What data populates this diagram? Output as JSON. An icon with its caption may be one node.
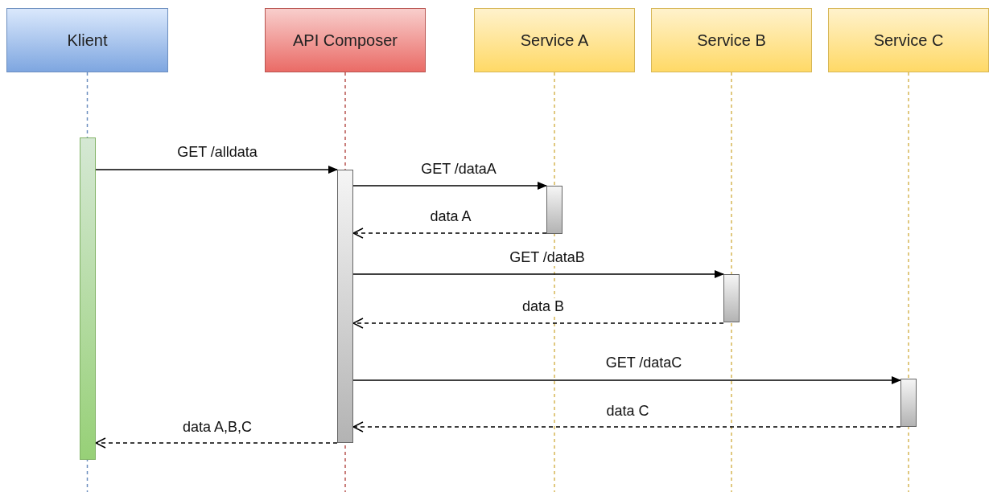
{
  "diagram": {
    "nodes": [
      {
        "text": [
          "Klient"
        ]
      },
      {
        "text": [
          "API Composer"
        ]
      },
      {
        "text": [
          "Service A"
        ]
      },
      {
        "text": [
          "Service B"
        ]
      },
      {
        "text": [
          "Service C"
        ]
      },
      {
        "text": [],
        "shape": "bar"
      },
      {
        "text": [],
        "shape": "bar"
      },
      {
        "text": [],
        "shape": "bar"
      },
      {
        "text": [],
        "shape": "bar"
      },
      {
        "text": [],
        "shape": "bar"
      }
    ],
    "edges": [
      {
        "from": 5,
        "to": 6,
        "arrow": "to",
        "label": "GET /alldata"
      },
      {
        "from": 6,
        "to": 7,
        "arrow": "to",
        "label": "GET /dataA"
      },
      {
        "from": 7,
        "to": 6,
        "arrow": "to",
        "label": "data A",
        "style": "dashed"
      },
      {
        "from": 6,
        "to": 8,
        "arrow": "to",
        "label": "GET /dataB"
      },
      {
        "from": 8,
        "to": 6,
        "arrow": "to",
        "label": "data B",
        "style": "dashed"
      },
      {
        "from": 6,
        "to": 9,
        "arrow": "to",
        "label": "GET /dataC"
      },
      {
        "from": 9,
        "to": 6,
        "arrow": "to",
        "label": "data C",
        "style": "dashed"
      },
      {
        "from": 6,
        "to": 5,
        "arrow": "to",
        "label": "data A,B,C",
        "style": "dashed"
      }
    ]
  }
}
